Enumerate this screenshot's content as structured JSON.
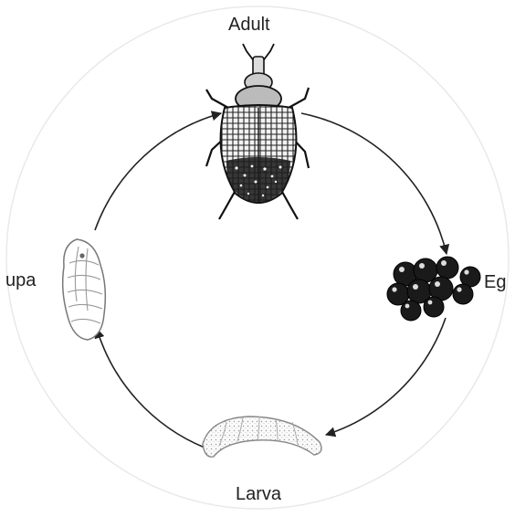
{
  "diagram": {
    "stages": [
      {
        "id": "adult",
        "label": "Adult",
        "icon": "adult-beetle-icon"
      },
      {
        "id": "eggs",
        "label": "Eg",
        "icon": "eggs-cluster-icon"
      },
      {
        "id": "larva",
        "label": "Larva",
        "icon": "larva-grub-icon"
      },
      {
        "id": "pupa",
        "label": "upa",
        "icon": "pupa-icon"
      }
    ],
    "flow": [
      "adult",
      "eggs",
      "larva",
      "pupa",
      "adult"
    ]
  }
}
